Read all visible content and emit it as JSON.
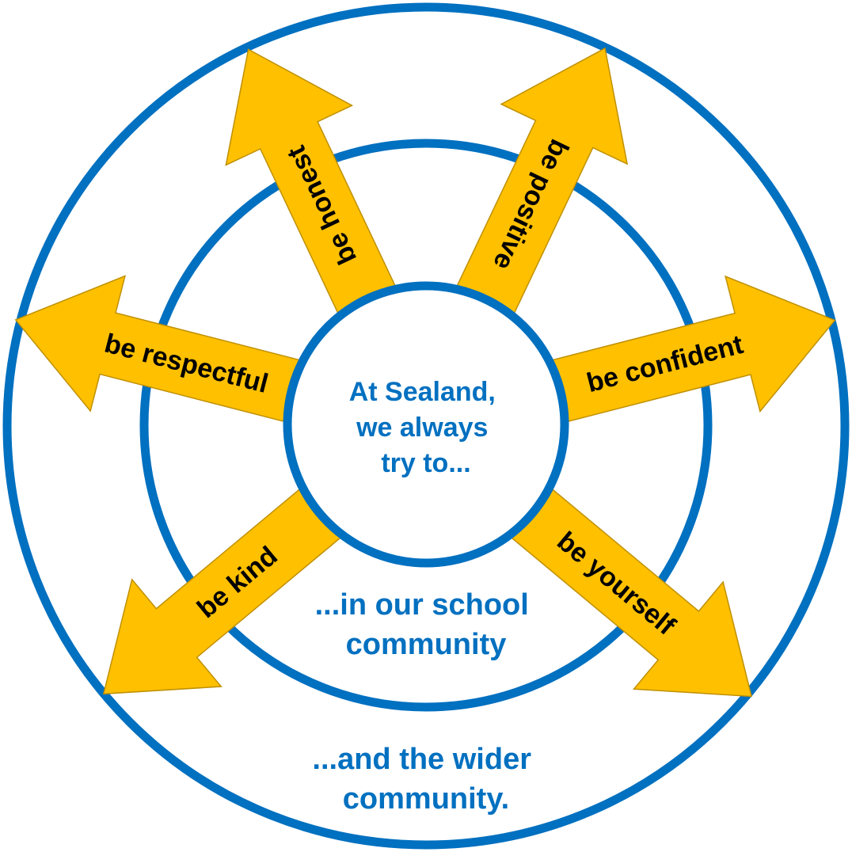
{
  "colors": {
    "ring": "#0070C0",
    "arrow_fill": "#FFC000",
    "arrow_stroke": "#BF9000",
    "text_blue": "#0070C0",
    "arrow_text": "#000000"
  },
  "center": {
    "lines": [
      "At Sealand,",
      "we always",
      "try to..."
    ]
  },
  "middle_ring": {
    "lines": [
      "...in our school",
      "community"
    ]
  },
  "outer_ring": {
    "lines": [
      "...and the wider",
      "community."
    ]
  },
  "arrows": [
    {
      "id": "honest",
      "label": "be honest",
      "icon": "arrow-up-left-icon"
    },
    {
      "id": "positive",
      "label": "be positive",
      "icon": "arrow-up-right-icon"
    },
    {
      "id": "confident",
      "label": "be confident",
      "icon": "arrow-right-icon"
    },
    {
      "id": "yourself",
      "label": "be yourself",
      "icon": "arrow-down-right-icon"
    },
    {
      "id": "kind",
      "label": "be kind",
      "icon": "arrow-down-left-icon"
    },
    {
      "id": "respectful",
      "label": "be respectful",
      "icon": "arrow-left-icon"
    }
  ]
}
